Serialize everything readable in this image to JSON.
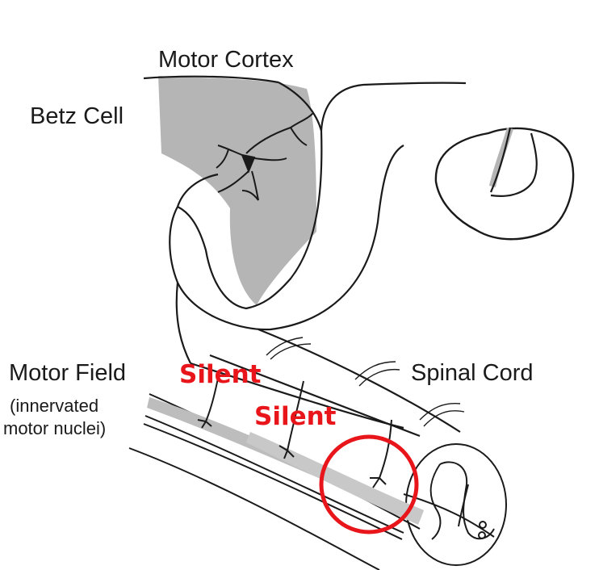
{
  "labels": {
    "motor_cortex": "Motor Cortex",
    "betz_cell": "Betz Cell",
    "motor_field": "Motor Field",
    "innervated_line1": "(innervated",
    "innervated_line2": "motor nuclei)",
    "spinal_cord": "Spinal Cord"
  },
  "annotations": {
    "silent_1": "Silent",
    "silent_2": "Silent"
  },
  "colors": {
    "highlight_red": "#e8151b",
    "cortex_gray": "#b5b5b5",
    "line": "#1a1a1a"
  }
}
